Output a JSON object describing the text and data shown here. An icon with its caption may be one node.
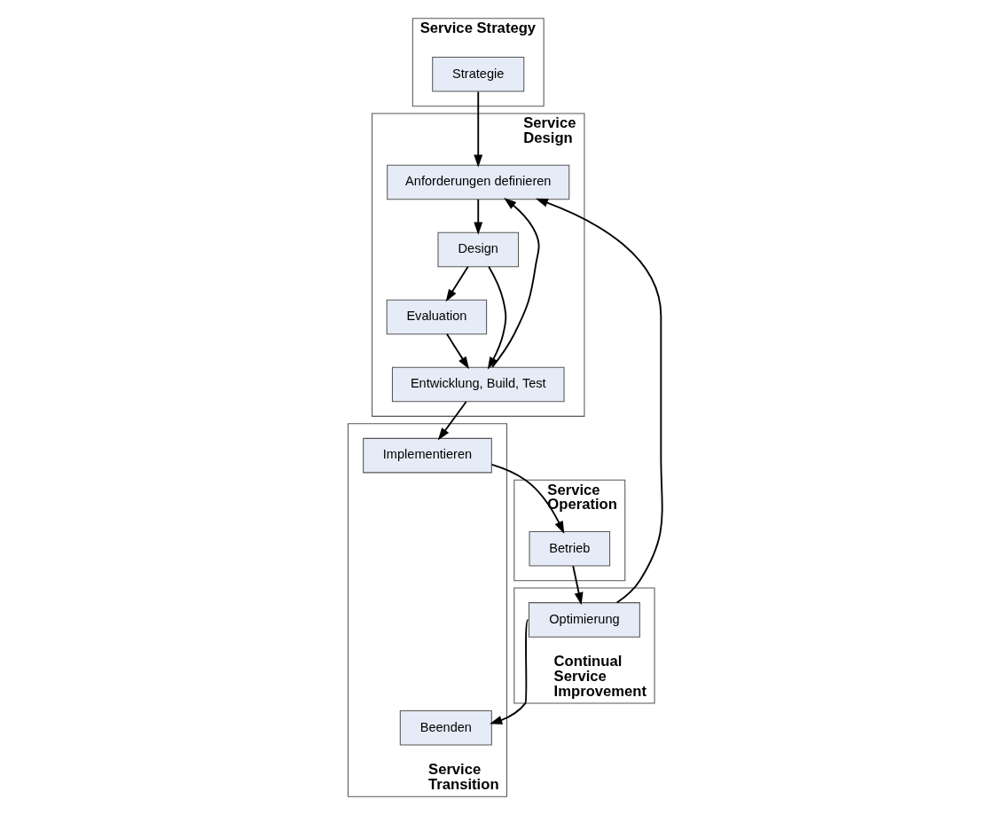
{
  "diagram": {
    "nodes": [
      {
        "text": [
          "Service Strategy"
        ]
      },
      {
        "text": [
          "Strategie"
        ],
        "in": 0
      },
      {
        "text": [
          "Continual Service Improvement"
        ]
      },
      {
        "text": [
          "Optimierung"
        ],
        "in": 2
      },
      {
        "text": [
          "Service Design"
        ]
      },
      {
        "text": [
          "Anforderungen definieren"
        ],
        "in": 4
      },
      {
        "text": [
          "Design"
        ],
        "in": 4
      },
      {
        "text": [
          "Evaluation"
        ],
        "in": 4
      },
      {
        "text": [
          "Entwicklung, Build, Test"
        ],
        "in": 4
      },
      {
        "text": [
          "Service Operation"
        ]
      },
      {
        "text": [
          "Betrieb"
        ],
        "in": 9
      },
      {
        "text": [
          "Service Transition"
        ]
      },
      {
        "text": [
          "Implementieren"
        ],
        "in": 11
      },
      {
        "text": [
          "Beenden"
        ],
        "in": 11
      }
    ],
    "edges": [
      {
        "from": 1,
        "to": 5,
        "arrow": "to"
      },
      {
        "from": 3,
        "to": 5,
        "arrow": "to"
      },
      {
        "from": 5,
        "to": 6,
        "arrow": "to"
      },
      {
        "from": 6,
        "to": 7,
        "arrow": "to"
      },
      {
        "from": 6,
        "to": 8,
        "arrow": "to"
      },
      {
        "from": 7,
        "to": 8,
        "arrow": "to"
      },
      {
        "from": 8,
        "to": 5,
        "arrow": "to"
      },
      {
        "from": 8,
        "to": 12,
        "arrow": "to"
      },
      {
        "from": 12,
        "to": 10,
        "arrow": "to"
      },
      {
        "from": 10,
        "to": 3,
        "arrow": "to"
      },
      {
        "from": 3,
        "to": 13,
        "arrow": "to"
      }
    ]
  }
}
